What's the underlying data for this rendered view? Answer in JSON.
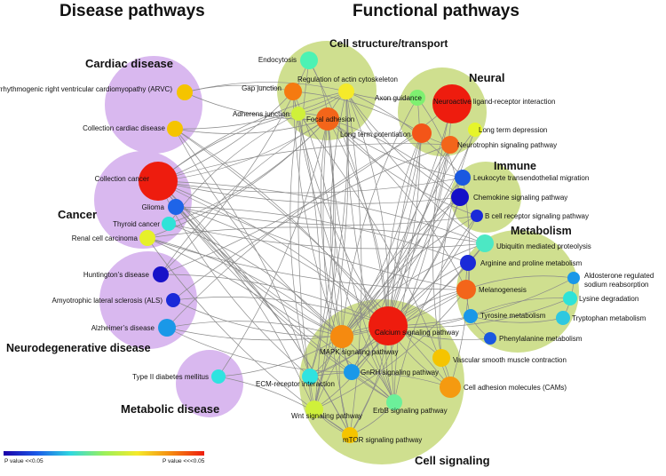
{
  "headers": {
    "left": "Disease pathways",
    "right": "Functional pathways"
  },
  "groups": [
    {
      "id": "cardiac",
      "label": "Cardiac disease",
      "fill": "#d9b8ef"
    },
    {
      "id": "cancer",
      "label": "Cancer",
      "fill": "#d9b8ef"
    },
    {
      "id": "neuro",
      "label": "Neurodegenerative disease",
      "fill": "#d9b8ef"
    },
    {
      "id": "metabolic",
      "label": "Metabolic disease",
      "fill": "#d9b8ef"
    },
    {
      "id": "cellstruct",
      "label": "Cell structure/transport",
      "fill": "#cfdf8f"
    },
    {
      "id": "neural",
      "label": "Neural",
      "fill": "#cfdf8f"
    },
    {
      "id": "immune",
      "label": "Immune",
      "fill": "#cfdf8f"
    },
    {
      "id": "metabolism",
      "label": "Metabolism",
      "fill": "#cfdf8f"
    },
    {
      "id": "cellsig",
      "label": "Cell signaling",
      "fill": "#cfdf8f"
    }
  ],
  "nodes": [
    {
      "id": "arvc",
      "label": "Arrhythmogenic right ventricular cardiomyopathy (ARVC)",
      "color": "#f5c400"
    },
    {
      "id": "collcard",
      "label": "Collection cardiac disease",
      "color": "#f5c400"
    },
    {
      "id": "collcancer",
      "label": "Collection cancer",
      "color": "#ee1c0e"
    },
    {
      "id": "glioma",
      "label": "Glioma",
      "color": "#1e64e8"
    },
    {
      "id": "thyroid",
      "label": "Thyroid cancer",
      "color": "#2fe3d8"
    },
    {
      "id": "renal",
      "label": "Renal cell carcinoma",
      "color": "#e6f02a"
    },
    {
      "id": "huntington",
      "label": "Huntington’s disease",
      "color": "#1812c8"
    },
    {
      "id": "als",
      "label": "Amyotrophic lateral sclerosis (ALS)",
      "color": "#1a2ad8"
    },
    {
      "id": "alzheimer",
      "label": "Alzheimer’s disease",
      "color": "#1a98e8"
    },
    {
      "id": "t2d",
      "label": "Type II diabetes mellitus",
      "color": "#2fe3e0"
    },
    {
      "id": "endocytosis",
      "label": "Endocytosis",
      "color": "#4cf2b4"
    },
    {
      "id": "gapjunction",
      "label": "Gap junction",
      "color": "#f57a10"
    },
    {
      "id": "adherens",
      "label": "Adherens junction",
      "color": "#cff03a"
    },
    {
      "id": "actin",
      "label": "Regulation of actin cytoskeleton",
      "color": "#f5ea2a"
    },
    {
      "id": "focal",
      "label": "Focal adhesion",
      "color": "#f3651a"
    },
    {
      "id": "axon",
      "label": "Axon guidance",
      "color": "#7ef070"
    },
    {
      "id": "ltp",
      "label": "Long term potentiation",
      "color": "#f35518"
    },
    {
      "id": "neuroactive",
      "label": "Neuroactive ligand-receptor interaction",
      "color": "#ee1c0e"
    },
    {
      "id": "ltd",
      "label": "Long term depression",
      "color": "#e6f52a"
    },
    {
      "id": "neurotrophin",
      "label": "Neurotrophin signaling pathway",
      "color": "#f3651a"
    },
    {
      "id": "leukocyte",
      "label": "Leukocyte transendothelial migration",
      "color": "#1a58e0"
    },
    {
      "id": "chemokine",
      "label": "Chemokine signaling pathway",
      "color": "#1410c8"
    },
    {
      "id": "bcell",
      "label": "B cell receptor signaling pathway",
      "color": "#1a2ad8"
    },
    {
      "id": "ubiquitin",
      "label": "Ubiquitin mediated proteolysis",
      "color": "#4ce8c4"
    },
    {
      "id": "arginine",
      "label": "Arginine and proline metabolism",
      "color": "#1a2ad8"
    },
    {
      "id": "aldosterone",
      "label": "Aldosterone regulated sodium reabsorption",
      "color": "#1a98e8"
    },
    {
      "id": "melanogenesis",
      "label": "Melanogenesis",
      "color": "#f3651a"
    },
    {
      "id": "lysine",
      "label": "Lysine degradation",
      "color": "#2fe3d8"
    },
    {
      "id": "tyrosine",
      "label": "Tyrosine metabolism",
      "color": "#1a98e8"
    },
    {
      "id": "tryptophan",
      "label": "Tryptophan metabolism",
      "color": "#2fc8e0"
    },
    {
      "id": "phenylalanine",
      "label": "Phenylalanine metabolism",
      "color": "#1a58e0"
    },
    {
      "id": "calcium",
      "label": "Calcium signaling pathway",
      "color": "#ee1c0e"
    },
    {
      "id": "mapk",
      "label": "MAPK signaling pathway",
      "color": "#f58a10"
    },
    {
      "id": "vascular",
      "label": "Vascular smooth muscle contraction",
      "color": "#f5c400"
    },
    {
      "id": "gnrh",
      "label": "GnRH signaling pathway",
      "color": "#1a98e8"
    },
    {
      "id": "ecm",
      "label": "ECM-receptor interaction",
      "color": "#2fe3e0"
    },
    {
      "id": "cams",
      "label": "Cell adhesion molecules (CAMs)",
      "color": "#f59a10"
    },
    {
      "id": "wnt",
      "label": "Wnt signaling pathway",
      "color": "#cff03a"
    },
    {
      "id": "erbb",
      "label": "ErbB signaling pathway",
      "color": "#6cf09a"
    },
    {
      "id": "mtor",
      "label": "mTOR signaling pathway",
      "color": "#f5c400"
    }
  ],
  "edges": [
    [
      "arvc",
      "actin"
    ],
    [
      "arvc",
      "focal"
    ],
    [
      "arvc",
      "gapjunction"
    ],
    [
      "collcard",
      "focal"
    ],
    [
      "collcard",
      "calcium"
    ],
    [
      "collcard",
      "mapk"
    ],
    [
      "collcard",
      "ecm"
    ],
    [
      "collcard",
      "actin"
    ],
    [
      "collcard",
      "cams"
    ],
    [
      "collcancer",
      "mapk"
    ],
    [
      "collcancer",
      "wnt"
    ],
    [
      "collcancer",
      "focal"
    ],
    [
      "collcancer",
      "actin"
    ],
    [
      "collcancer",
      "ecm"
    ],
    [
      "collcancer",
      "mtor"
    ],
    [
      "collcancer",
      "erbb"
    ],
    [
      "collcancer",
      "calcium"
    ],
    [
      "collcancer",
      "chemokine"
    ],
    [
      "collcancer",
      "ubiquitin"
    ],
    [
      "collcancer",
      "gapjunction"
    ],
    [
      "collcancer",
      "adherens"
    ],
    [
      "collcancer",
      "leukocyte"
    ],
    [
      "collcancer",
      "neurotrophin"
    ],
    [
      "collcancer",
      "melanogenesis"
    ],
    [
      "glioma",
      "calcium"
    ],
    [
      "glioma",
      "mapk"
    ],
    [
      "glioma",
      "mtor"
    ],
    [
      "glioma",
      "erbb"
    ],
    [
      "glioma",
      "arginine"
    ],
    [
      "glioma",
      "bcell"
    ],
    [
      "thyroid",
      "mapk"
    ],
    [
      "thyroid",
      "ubiquitin"
    ],
    [
      "thyroid",
      "adherens"
    ],
    [
      "thyroid",
      "focal"
    ],
    [
      "renal",
      "mapk"
    ],
    [
      "renal",
      "mtor"
    ],
    [
      "renal",
      "erbb"
    ],
    [
      "renal",
      "focal"
    ],
    [
      "renal",
      "ubiquitin"
    ],
    [
      "renal",
      "melanogenesis"
    ],
    [
      "huntington",
      "calcium"
    ],
    [
      "huntington",
      "neuroactive"
    ],
    [
      "huntington",
      "focal"
    ],
    [
      "huntington",
      "endocytosis"
    ],
    [
      "als",
      "calcium"
    ],
    [
      "als",
      "mapk"
    ],
    [
      "als",
      "neurotrophin"
    ],
    [
      "alzheimer",
      "calcium"
    ],
    [
      "alzheimer",
      "mapk"
    ],
    [
      "alzheimer",
      "gnrh"
    ],
    [
      "alzheimer",
      "ltp"
    ],
    [
      "t2d",
      "mapk"
    ],
    [
      "t2d",
      "mtor"
    ],
    [
      "t2d",
      "focal"
    ],
    [
      "endocytosis",
      "focal"
    ],
    [
      "endocytosis",
      "wnt"
    ],
    [
      "endocytosis",
      "calcium"
    ],
    [
      "gapjunction",
      "calcium"
    ],
    [
      "gapjunction",
      "mapk"
    ],
    [
      "gapjunction",
      "gnrh"
    ],
    [
      "gapjunction",
      "ltp"
    ],
    [
      "gapjunction",
      "erbb"
    ],
    [
      "adherens",
      "wnt"
    ],
    [
      "adherens",
      "actin"
    ],
    [
      "adherens",
      "focal"
    ],
    [
      "adherens",
      "ecm"
    ],
    [
      "adherens",
      "cams"
    ],
    [
      "actin",
      "focal"
    ],
    [
      "actin",
      "calcium"
    ],
    [
      "actin",
      "mapk"
    ],
    [
      "actin",
      "ecm"
    ],
    [
      "actin",
      "chemokine"
    ],
    [
      "actin",
      "leukocyte"
    ],
    [
      "actin",
      "axon"
    ],
    [
      "actin",
      "wnt"
    ],
    [
      "actin",
      "erbb"
    ],
    [
      "actin",
      "mtor"
    ],
    [
      "actin",
      "ubiquitin"
    ],
    [
      "focal",
      "ecm"
    ],
    [
      "focal",
      "mapk"
    ],
    [
      "focal",
      "calcium"
    ],
    [
      "focal",
      "erbb"
    ],
    [
      "focal",
      "wnt"
    ],
    [
      "focal",
      "leukocyte"
    ],
    [
      "focal",
      "chemokine"
    ],
    [
      "focal",
      "bcell"
    ],
    [
      "focal",
      "melanogenesis"
    ],
    [
      "focal",
      "mtor"
    ],
    [
      "axon",
      "calcium"
    ],
    [
      "axon",
      "mapk"
    ],
    [
      "axon",
      "chemokine"
    ],
    [
      "ltp",
      "calcium"
    ],
    [
      "ltp",
      "mapk"
    ],
    [
      "ltp",
      "neurotrophin"
    ],
    [
      "ltp",
      "gnrh"
    ],
    [
      "ltp",
      "erbb"
    ],
    [
      "neuroactive",
      "calcium"
    ],
    [
      "neuroactive",
      "vascular"
    ],
    [
      "neuroactive",
      "mapk"
    ],
    [
      "ltd",
      "calcium"
    ],
    [
      "ltd",
      "mapk"
    ],
    [
      "ltd",
      "vascular"
    ],
    [
      "neurotrophin",
      "mapk"
    ],
    [
      "neurotrophin",
      "calcium"
    ],
    [
      "neurotrophin",
      "mtor"
    ],
    [
      "neurotrophin",
      "erbb"
    ],
    [
      "leukocyte",
      "mapk"
    ],
    [
      "leukocyte",
      "calcium"
    ],
    [
      "leukocyte",
      "cams"
    ],
    [
      "chemokine",
      "mapk"
    ],
    [
      "chemokine",
      "calcium"
    ],
    [
      "chemokine",
      "wnt"
    ],
    [
      "chemokine",
      "gnrh"
    ],
    [
      "bcell",
      "mapk"
    ],
    [
      "bcell",
      "calcium"
    ],
    [
      "bcell",
      "erbb"
    ],
    [
      "ubiquitin",
      "calcium"
    ],
    [
      "ubiquitin",
      "mapk"
    ],
    [
      "ubiquitin",
      "ecm"
    ],
    [
      "arginine",
      "calcium"
    ],
    [
      "arginine",
      "melanogenesis"
    ],
    [
      "arginine",
      "tyrosine"
    ],
    [
      "aldosterone",
      "calcium"
    ],
    [
      "aldosterone",
      "melanogenesis"
    ],
    [
      "aldosterone",
      "tryptophan"
    ],
    [
      "melanogenesis",
      "calcium"
    ],
    [
      "melanogenesis",
      "mapk"
    ],
    [
      "melanogenesis",
      "gnrh"
    ],
    [
      "melanogenesis",
      "wnt"
    ],
    [
      "lysine",
      "tyrosine"
    ],
    [
      "lysine",
      "calcium"
    ],
    [
      "tyrosine",
      "phenylalanine"
    ],
    [
      "tyrosine",
      "calcium"
    ],
    [
      "tyrosine",
      "tryptophan"
    ],
    [
      "phenylalanine",
      "calcium"
    ],
    [
      "calcium",
      "mapk"
    ],
    [
      "calcium",
      "vascular"
    ],
    [
      "calcium",
      "gnrh"
    ],
    [
      "calcium",
      "ecm"
    ],
    [
      "calcium",
      "cams"
    ],
    [
      "calcium",
      "wnt"
    ],
    [
      "calcium",
      "erbb"
    ],
    [
      "calcium",
      "mtor"
    ],
    [
      "mapk",
      "gnrh"
    ],
    [
      "mapk",
      "ecm"
    ],
    [
      "mapk",
      "wnt"
    ],
    [
      "mapk",
      "erbb"
    ],
    [
      "mapk",
      "mtor"
    ],
    [
      "gnrh",
      "erbb"
    ],
    [
      "ecm",
      "wnt"
    ],
    [
      "ecm",
      "cams"
    ],
    [
      "wnt",
      "mtor"
    ],
    [
      "erbb",
      "mtor"
    ],
    [
      "cams",
      "vascular"
    ]
  ],
  "legend": {
    "low_label": "P value <<0.05",
    "high_label": "P value <<<0.05",
    "stops": [
      "#1a00a8",
      "#1a5ae8",
      "#2fd8e0",
      "#9af05a",
      "#f5ea2a",
      "#f58a10",
      "#ee1c0e"
    ]
  }
}
